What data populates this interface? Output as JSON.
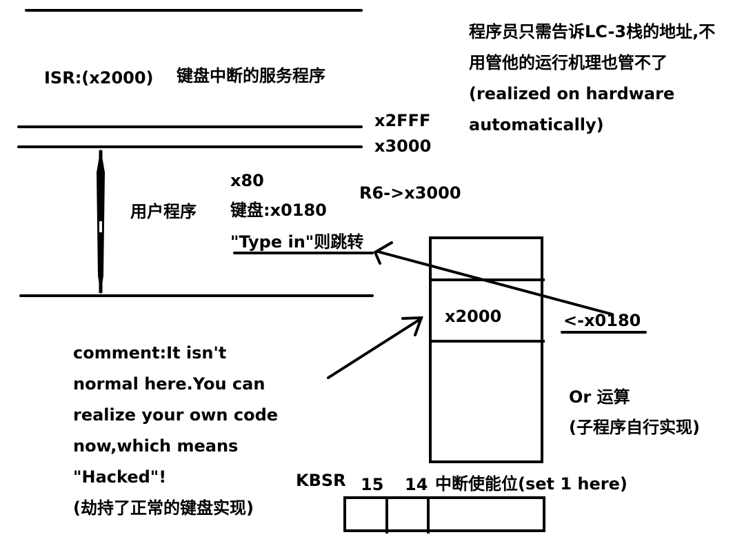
{
  "memory_map": {
    "isr_label": "ISR:(x2000)",
    "isr_desc": "键盘中断的服务程序",
    "addr_2fff": "x2FFF",
    "addr_3000": "x3000",
    "user_program": "用户程序",
    "vector_x80": "x80",
    "keyboard_vector": "键盘:x0180",
    "type_in_jump": "\"Type in\"则跳转",
    "r6_pointer": "R6->x3000"
  },
  "note_top_right": {
    "lines": [
      "程序员只需告诉LC-3栈的地址,不",
      "用管他的运行机理也管不了",
      "(realized on hardware",
      "automatically)"
    ]
  },
  "vector_table": {
    "entry_value": "x2000",
    "entry_pointer": "<-x0180",
    "or_op": "Or 运算",
    "or_note": "(子程序自行实现)"
  },
  "comment": {
    "lines": [
      "comment:It isn't",
      "normal here.You can",
      "realize your own code",
      "now,which means",
      "\"Hacked\"!",
      "(劫持了正常的键盘实现)"
    ]
  },
  "kbsr": {
    "label": "KBSR",
    "bit15": "15",
    "bit14": "14",
    "bit14_desc": "中断使能位(set 1 here)"
  },
  "colors": {
    "ink": "#000000",
    "background": "#ffffff"
  }
}
